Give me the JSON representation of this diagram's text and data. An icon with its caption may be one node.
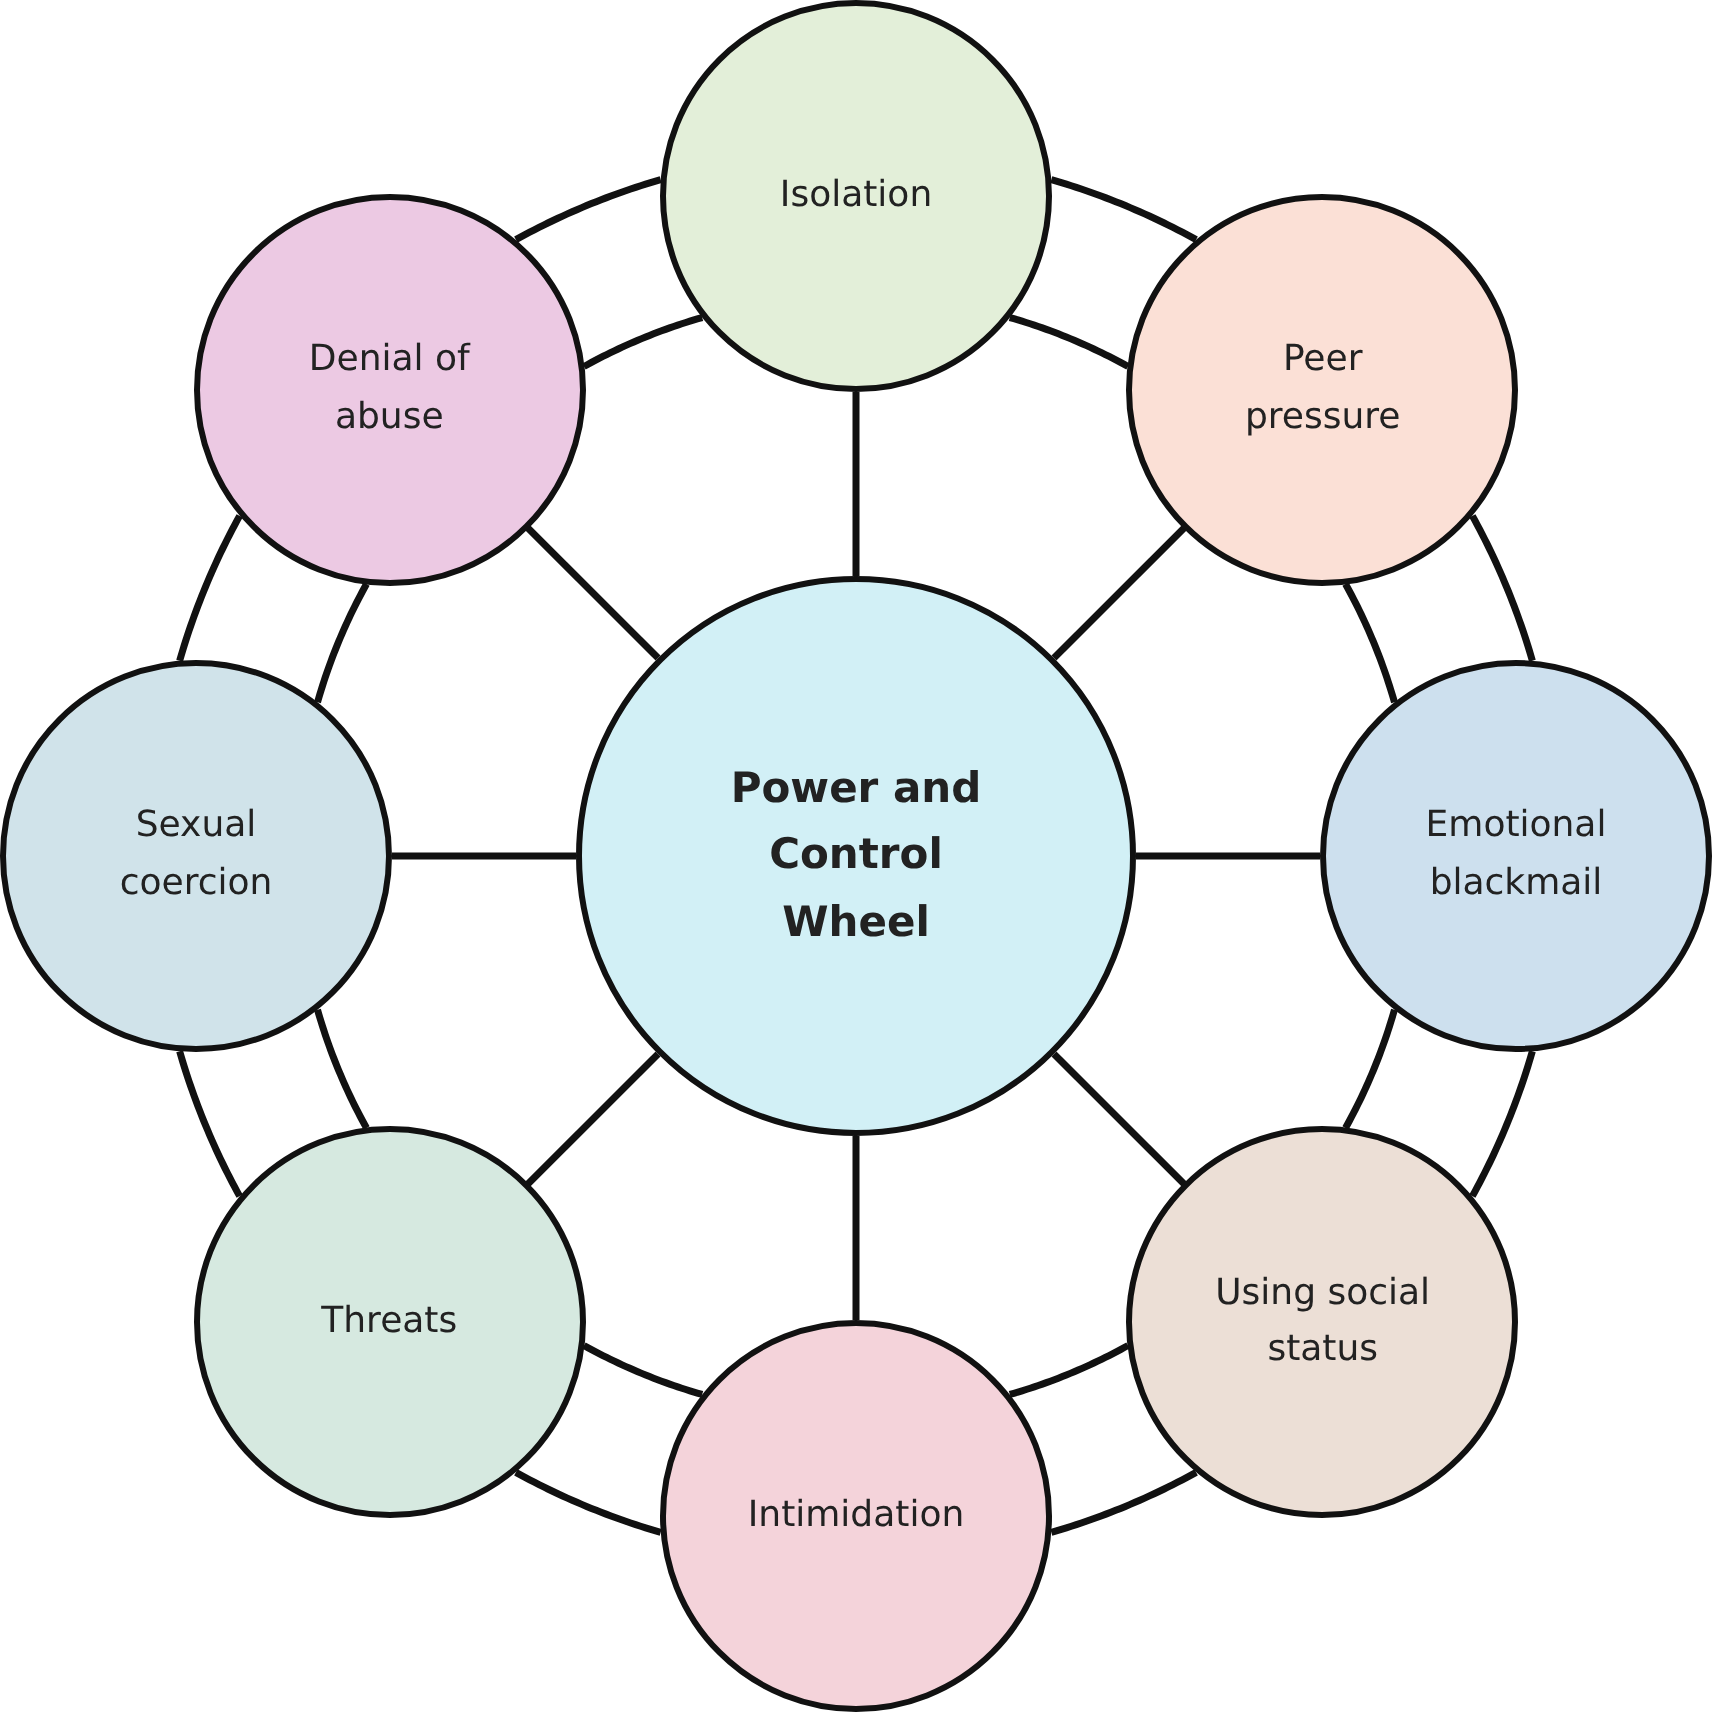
{
  "diagram": {
    "nodes": [
      {
        "text": [
          "Power and Control Wheel"
        ]
      },
      {
        "text": [
          "Isolation"
        ]
      },
      {
        "text": [
          "Peer pressure"
        ]
      },
      {
        "text": [
          "Emotional blackmail"
        ]
      },
      {
        "text": [
          "Using social status"
        ]
      },
      {
        "text": [
          "Intimidation"
        ]
      },
      {
        "text": [
          "Threats"
        ]
      },
      {
        "text": [
          "Sexual coercion"
        ]
      },
      {
        "text": [
          "Denial of abuse"
        ]
      }
    ],
    "edges": [
      {
        "from": 0,
        "to": 1,
        "arrow": "none"
      },
      {
        "from": 0,
        "to": 2,
        "arrow": "none"
      },
      {
        "from": 0,
        "to": 3,
        "arrow": "none"
      },
      {
        "from": 0,
        "to": 4,
        "arrow": "none"
      },
      {
        "from": 0,
        "to": 5,
        "arrow": "none"
      },
      {
        "from": 0,
        "to": 6,
        "arrow": "none"
      },
      {
        "from": 0,
        "to": 7,
        "arrow": "none"
      },
      {
        "from": 0,
        "to": 8,
        "arrow": "none"
      },
      {
        "from": 1,
        "to": 2,
        "arrow": "none"
      },
      {
        "from": 1,
        "to": 2,
        "arrow": "none"
      },
      {
        "from": 2,
        "to": 3,
        "arrow": "none"
      },
      {
        "from": 2,
        "to": 3,
        "arrow": "none"
      },
      {
        "from": 3,
        "to": 4,
        "arrow": "none"
      },
      {
        "from": 3,
        "to": 4,
        "arrow": "none"
      },
      {
        "from": 4,
        "to": 5,
        "arrow": "none"
      },
      {
        "from": 4,
        "to": 5,
        "arrow": "none"
      },
      {
        "from": 5,
        "to": 6,
        "arrow": "none"
      },
      {
        "from": 5,
        "to": 6,
        "arrow": "none"
      },
      {
        "from": 6,
        "to": 7,
        "arrow": "none"
      },
      {
        "from": 6,
        "to": 7,
        "arrow": "none"
      },
      {
        "from": 7,
        "to": 8,
        "arrow": "none"
      },
      {
        "from": 7,
        "to": 8,
        "arrow": "none"
      },
      {
        "from": 8,
        "to": 1,
        "arrow": "none"
      },
      {
        "from": 8,
        "to": 1,
        "arrow": "none"
      }
    ]
  }
}
